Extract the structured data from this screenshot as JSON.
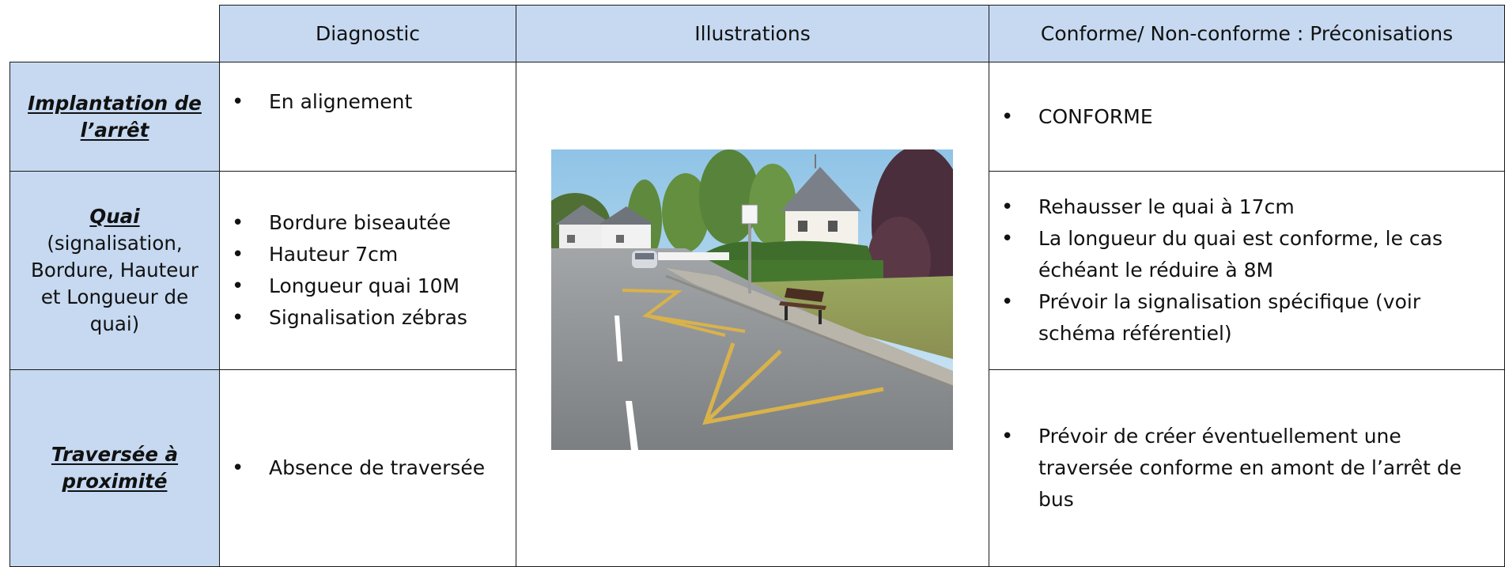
{
  "header": {
    "col_diagnostic": "Diagnostic",
    "col_illustrations": "Illustrations",
    "col_conformity": "Conforme/ Non-conforme : Préconisations"
  },
  "rows": [
    {
      "title_lines": [
        "Implantation de",
        "l’arrêt"
      ],
      "subtitle_lines": [],
      "diagnostic": [
        "En alignement"
      ],
      "recommendations": [
        "CONFORME"
      ]
    },
    {
      "title_lines": [
        "Quai"
      ],
      "subtitle_lines": [
        "(signalisation,",
        "Bordure, Hauteur",
        "et Longueur de",
        "quai)"
      ],
      "diagnostic": [
        "Bordure biseautée",
        "Hauteur 7cm",
        "Longueur quai 10M",
        "Signalisation zébras"
      ],
      "recommendations": [
        "Rehausser le quai à 17cm",
        "La longueur du quai est conforme, le cas échéant le réduire à 8M",
        "Prévoir la signalisation spécifique (voir schéma référentiel)"
      ]
    },
    {
      "title_lines": [
        "Traversée à",
        "proximité"
      ],
      "subtitle_lines": [],
      "diagnostic": [
        "Absence de traversée"
      ],
      "recommendations": [
        "Prévoir de créer éventuellement une traversée conforme en amont de l’arrêt de bus"
      ]
    }
  ],
  "colors": {
    "header_fill": "#c6d9f1",
    "border": "#1a1a1a",
    "zebra_marking": "#d9b24a"
  }
}
